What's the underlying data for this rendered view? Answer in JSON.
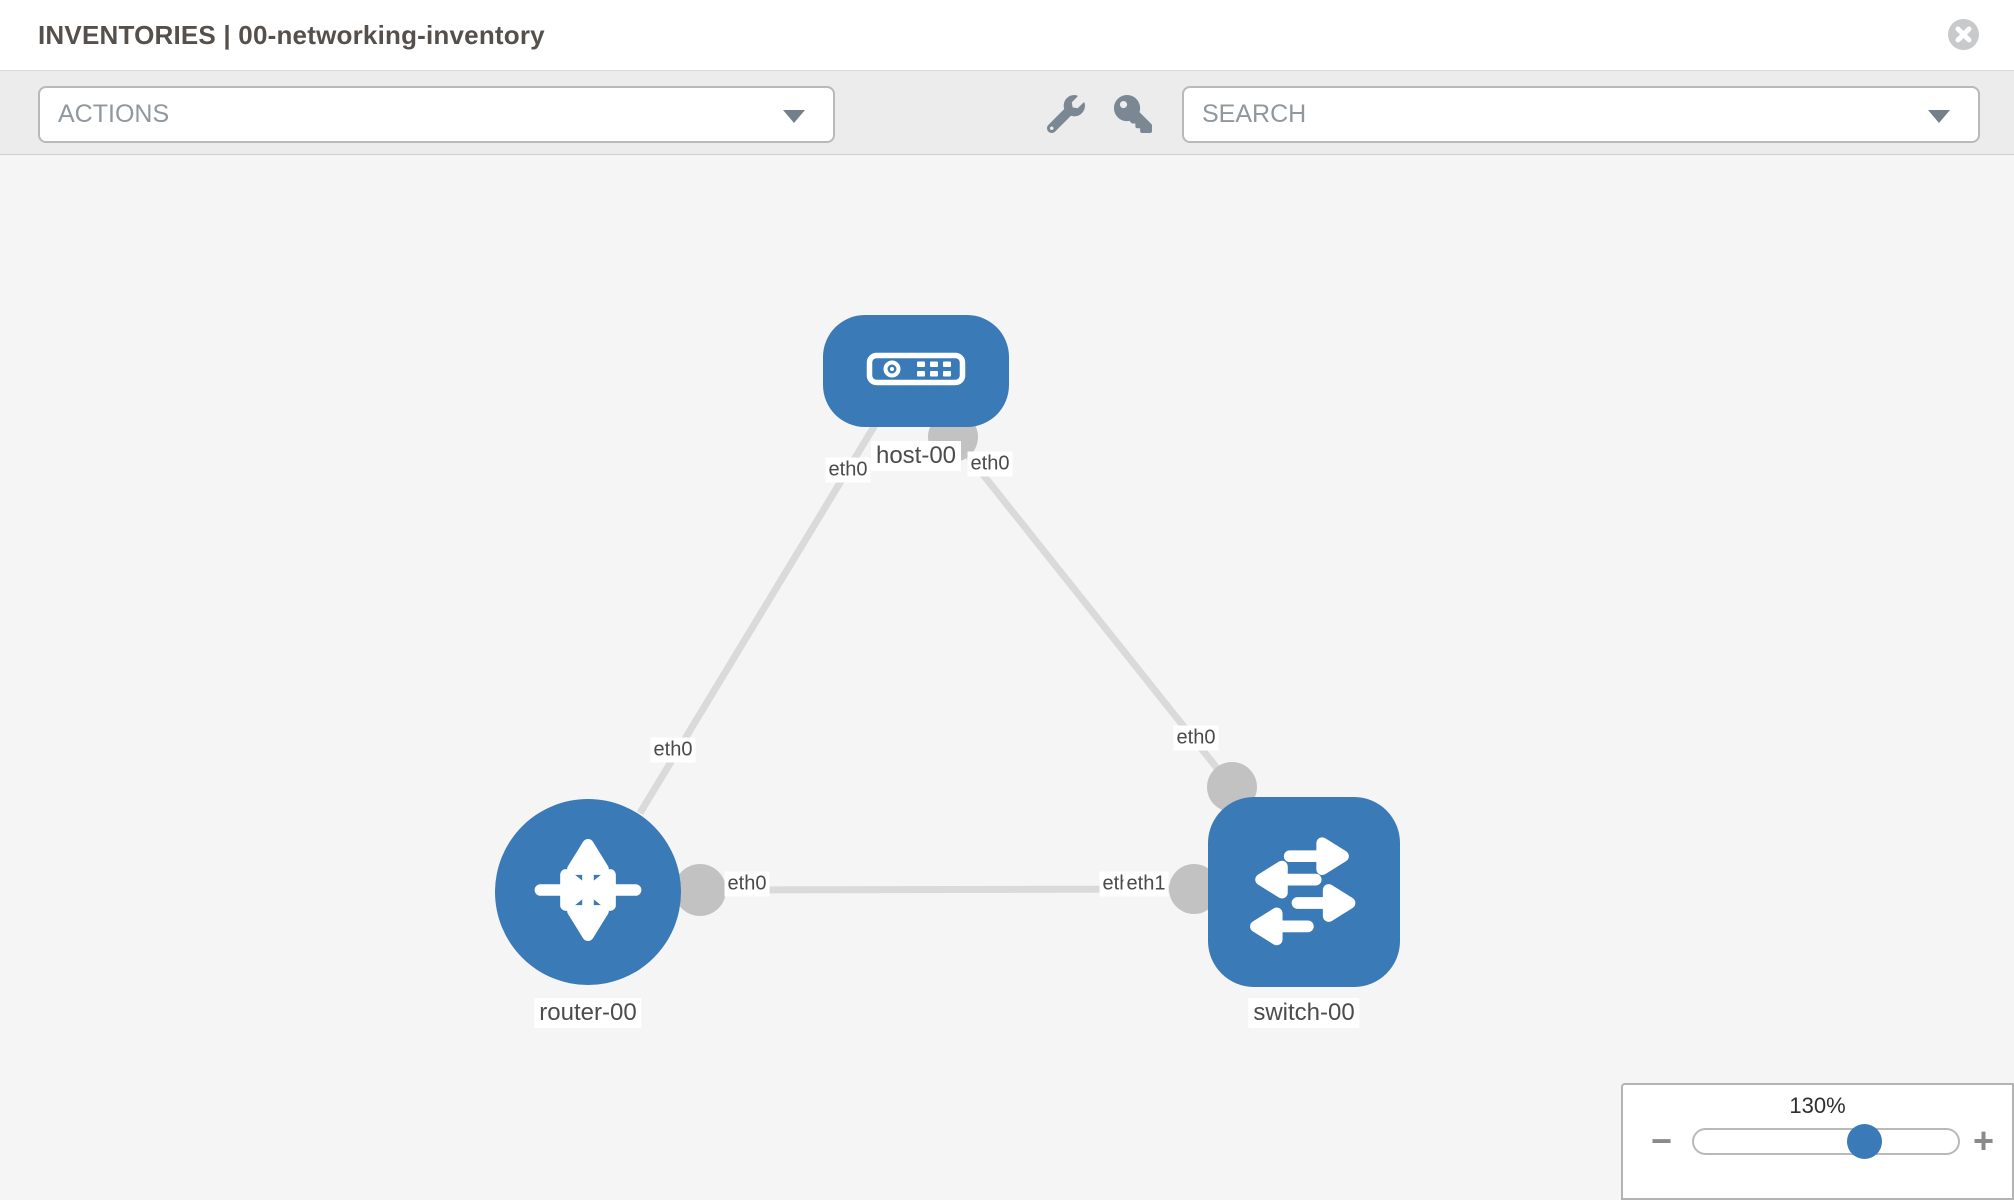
{
  "header": {
    "title": "INVENTORIES | 00-networking-inventory"
  },
  "toolbar": {
    "actions": {
      "placeholder": "ACTIONS"
    },
    "search": {
      "placeholder": "SEARCH"
    },
    "tools": [
      {
        "icon": "wrench-icon"
      },
      {
        "icon": "key-icon"
      }
    ]
  },
  "diagram": {
    "nodes": [
      {
        "id": "host-00",
        "type": "host",
        "label": "host-00"
      },
      {
        "id": "router-00",
        "type": "router",
        "label": "router-00"
      },
      {
        "id": "switch-00",
        "type": "switch",
        "label": "switch-00"
      }
    ],
    "links": [
      {
        "from": "host-00",
        "from_interface": "eth0",
        "to": "router-00",
        "to_interface": "eth0"
      },
      {
        "from": "host-00",
        "from_interface": "eth0",
        "to": "switch-00",
        "to_interface": "eth0"
      },
      {
        "from": "router-00",
        "from_interface": "eth0",
        "to": "switch-00",
        "to_interface": "eth1"
      }
    ],
    "interface_labels": [
      {
        "text": "eth0"
      },
      {
        "text": "eth0"
      },
      {
        "text": "eth0"
      },
      {
        "text": "eth0"
      },
      {
        "text": "eth0"
      },
      {
        "text": "eth0"
      },
      {
        "text": "eth1"
      }
    ]
  },
  "zoom_control": {
    "level_label": "130%",
    "minus_label": "−",
    "plus_label": "+"
  },
  "colors": {
    "node_blue": "#3a7ab7",
    "link_gray": "#dadada",
    "port_gray": "#c2c2c2",
    "toolbar_bg": "#ececec",
    "canvas_bg": "#f5f5f5",
    "icon_gray": "#7b8893"
  }
}
